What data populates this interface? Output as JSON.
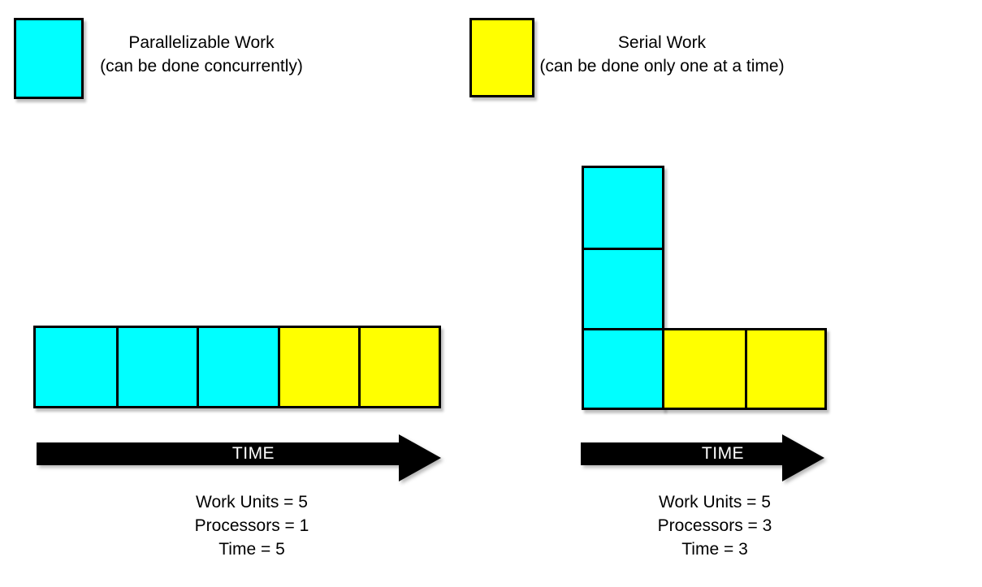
{
  "colors": {
    "parallel": "#00FFFF",
    "serial": "#FFFF00",
    "arrow": "#000000",
    "arrow_label_text": "#FFFFFF",
    "text": "#000000",
    "background": "#FFFFFF"
  },
  "legend": {
    "parallel": {
      "title": "Parallelizable Work",
      "subtitle": "(can be done concurrently)",
      "color": "#00FFFF"
    },
    "serial": {
      "title": "Serial Work",
      "subtitle": "(can be done only one at a time)",
      "color": "#FFFF00"
    }
  },
  "left_scenario": {
    "row_cells": [
      {
        "type": "parallelizable",
        "color": "#00FFFF"
      },
      {
        "type": "parallelizable",
        "color": "#00FFFF"
      },
      {
        "type": "parallelizable",
        "color": "#00FFFF"
      },
      {
        "type": "serial",
        "color": "#FFFF00"
      },
      {
        "type": "serial",
        "color": "#FFFF00"
      }
    ],
    "arrow_label": "TIME",
    "stats": {
      "work_units": "Work Units = 5",
      "processors": "Processors = 1",
      "time": "Time = 5"
    }
  },
  "right_scenario": {
    "column_cells": [
      {
        "type": "parallelizable",
        "color": "#00FFFF"
      },
      {
        "type": "parallelizable",
        "color": "#00FFFF"
      },
      {
        "type": "parallelizable",
        "color": "#00FFFF"
      }
    ],
    "row_cells": [
      {
        "type": "serial",
        "color": "#FFFF00"
      },
      {
        "type": "serial",
        "color": "#FFFF00"
      }
    ],
    "arrow_label": "TIME",
    "stats": {
      "work_units": "Work Units = 5",
      "processors": "Processors = 3",
      "time": "Time = 3"
    }
  }
}
